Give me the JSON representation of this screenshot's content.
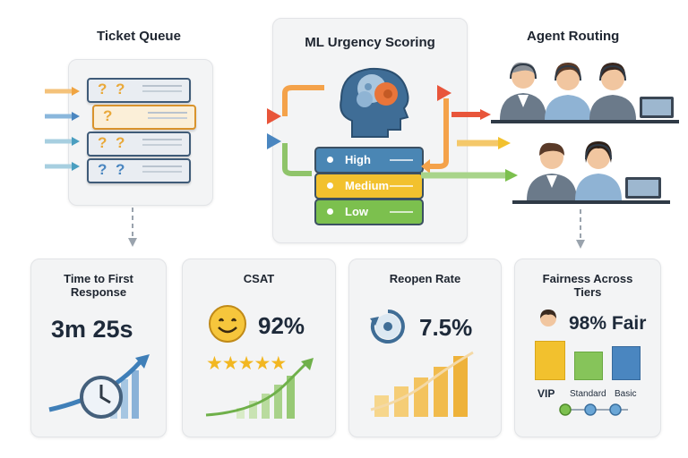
{
  "queue": {
    "title": "Ticket Queue"
  },
  "ml": {
    "title": "ML Urgency Scoring",
    "tiers": [
      "High",
      "Medium",
      "Low"
    ]
  },
  "routing": {
    "title": "Agent Routing"
  },
  "metrics": {
    "ttfr": {
      "title": "Time to First Response",
      "value": "3m 25s"
    },
    "csat": {
      "title": "CSAT",
      "value": "92%",
      "stars": 5
    },
    "reopen": {
      "title": "Reopen Rate",
      "value": "7.5%"
    },
    "fairness": {
      "title": "Fairness Across Tiers",
      "value": "98% Fair",
      "bars": [
        "VIP",
        "Standard",
        "Basic"
      ]
    }
  },
  "colors": {
    "high": "#4a86b4",
    "medium": "#f2c12e",
    "low": "#7cc04e",
    "arrow_red": "#e8553a",
    "arrow_orange": "#f4a24a",
    "arrow_green": "#8fc46a",
    "arrow_blue": "#4a86c0"
  }
}
